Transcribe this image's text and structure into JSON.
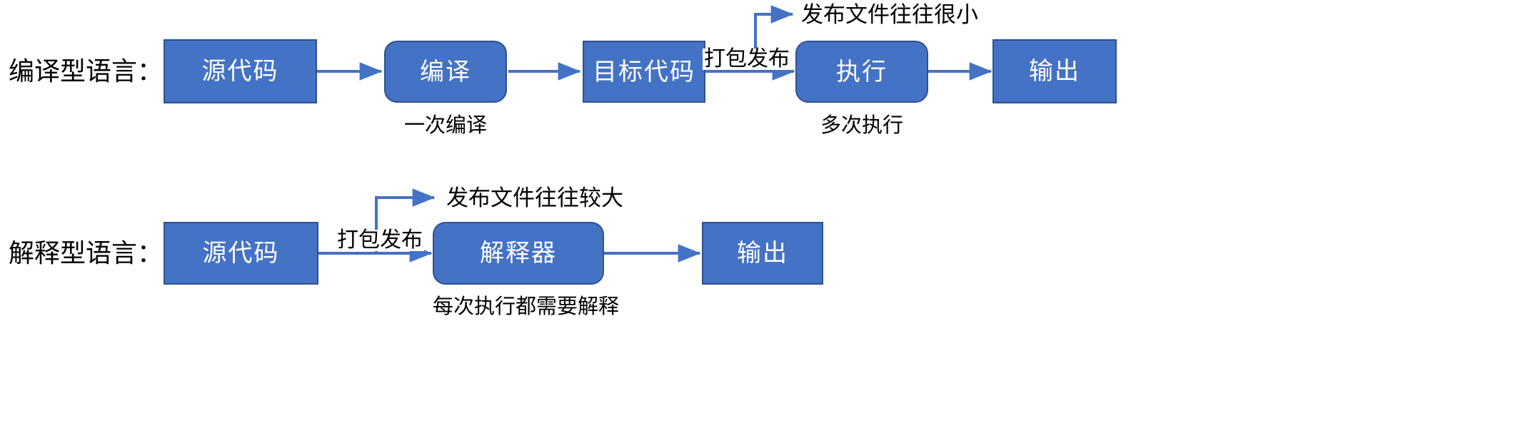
{
  "diagram": {
    "title_row1": "编译型语言：",
    "title_row2": "解释型语言：",
    "accent_color": "#4472C4",
    "border_color": "#2F528F",
    "arrow_color": "#4472C4",
    "text_color": "#000000",
    "node_text_color": "#FFFFFF",
    "background": "#FFFFFF"
  },
  "compiled": {
    "label": "编译型语言：",
    "nodes": [
      {
        "id": "source",
        "text": "源代码",
        "shape": "rect"
      },
      {
        "id": "compile",
        "text": "编译",
        "shape": "rounded"
      },
      {
        "id": "target",
        "text": "目标代码",
        "shape": "rect"
      },
      {
        "id": "execute",
        "text": "执行",
        "shape": "rounded"
      },
      {
        "id": "output",
        "text": "输出",
        "shape": "rect"
      }
    ],
    "edge_labels": [
      {
        "id": "package-publish",
        "text": "打包发布"
      }
    ],
    "notes": [
      {
        "id": "publish-size",
        "text": "发布文件往往很小"
      }
    ],
    "captions": [
      {
        "id": "compile-once",
        "text": "一次编译"
      },
      {
        "id": "execute-many",
        "text": "多次执行"
      }
    ]
  },
  "interpreted": {
    "label": "解释型语言：",
    "nodes": [
      {
        "id": "source",
        "text": "源代码",
        "shape": "rect"
      },
      {
        "id": "interpreter",
        "text": "解释器",
        "shape": "rounded"
      },
      {
        "id": "output",
        "text": "输出",
        "shape": "rect"
      }
    ],
    "edge_labels": [
      {
        "id": "package-publish",
        "text": "打包发布"
      }
    ],
    "notes": [
      {
        "id": "publish-size",
        "text": "发布文件往往较大"
      }
    ],
    "captions": [
      {
        "id": "interpret-every-run",
        "text": "每次执行都需要解释"
      }
    ]
  }
}
